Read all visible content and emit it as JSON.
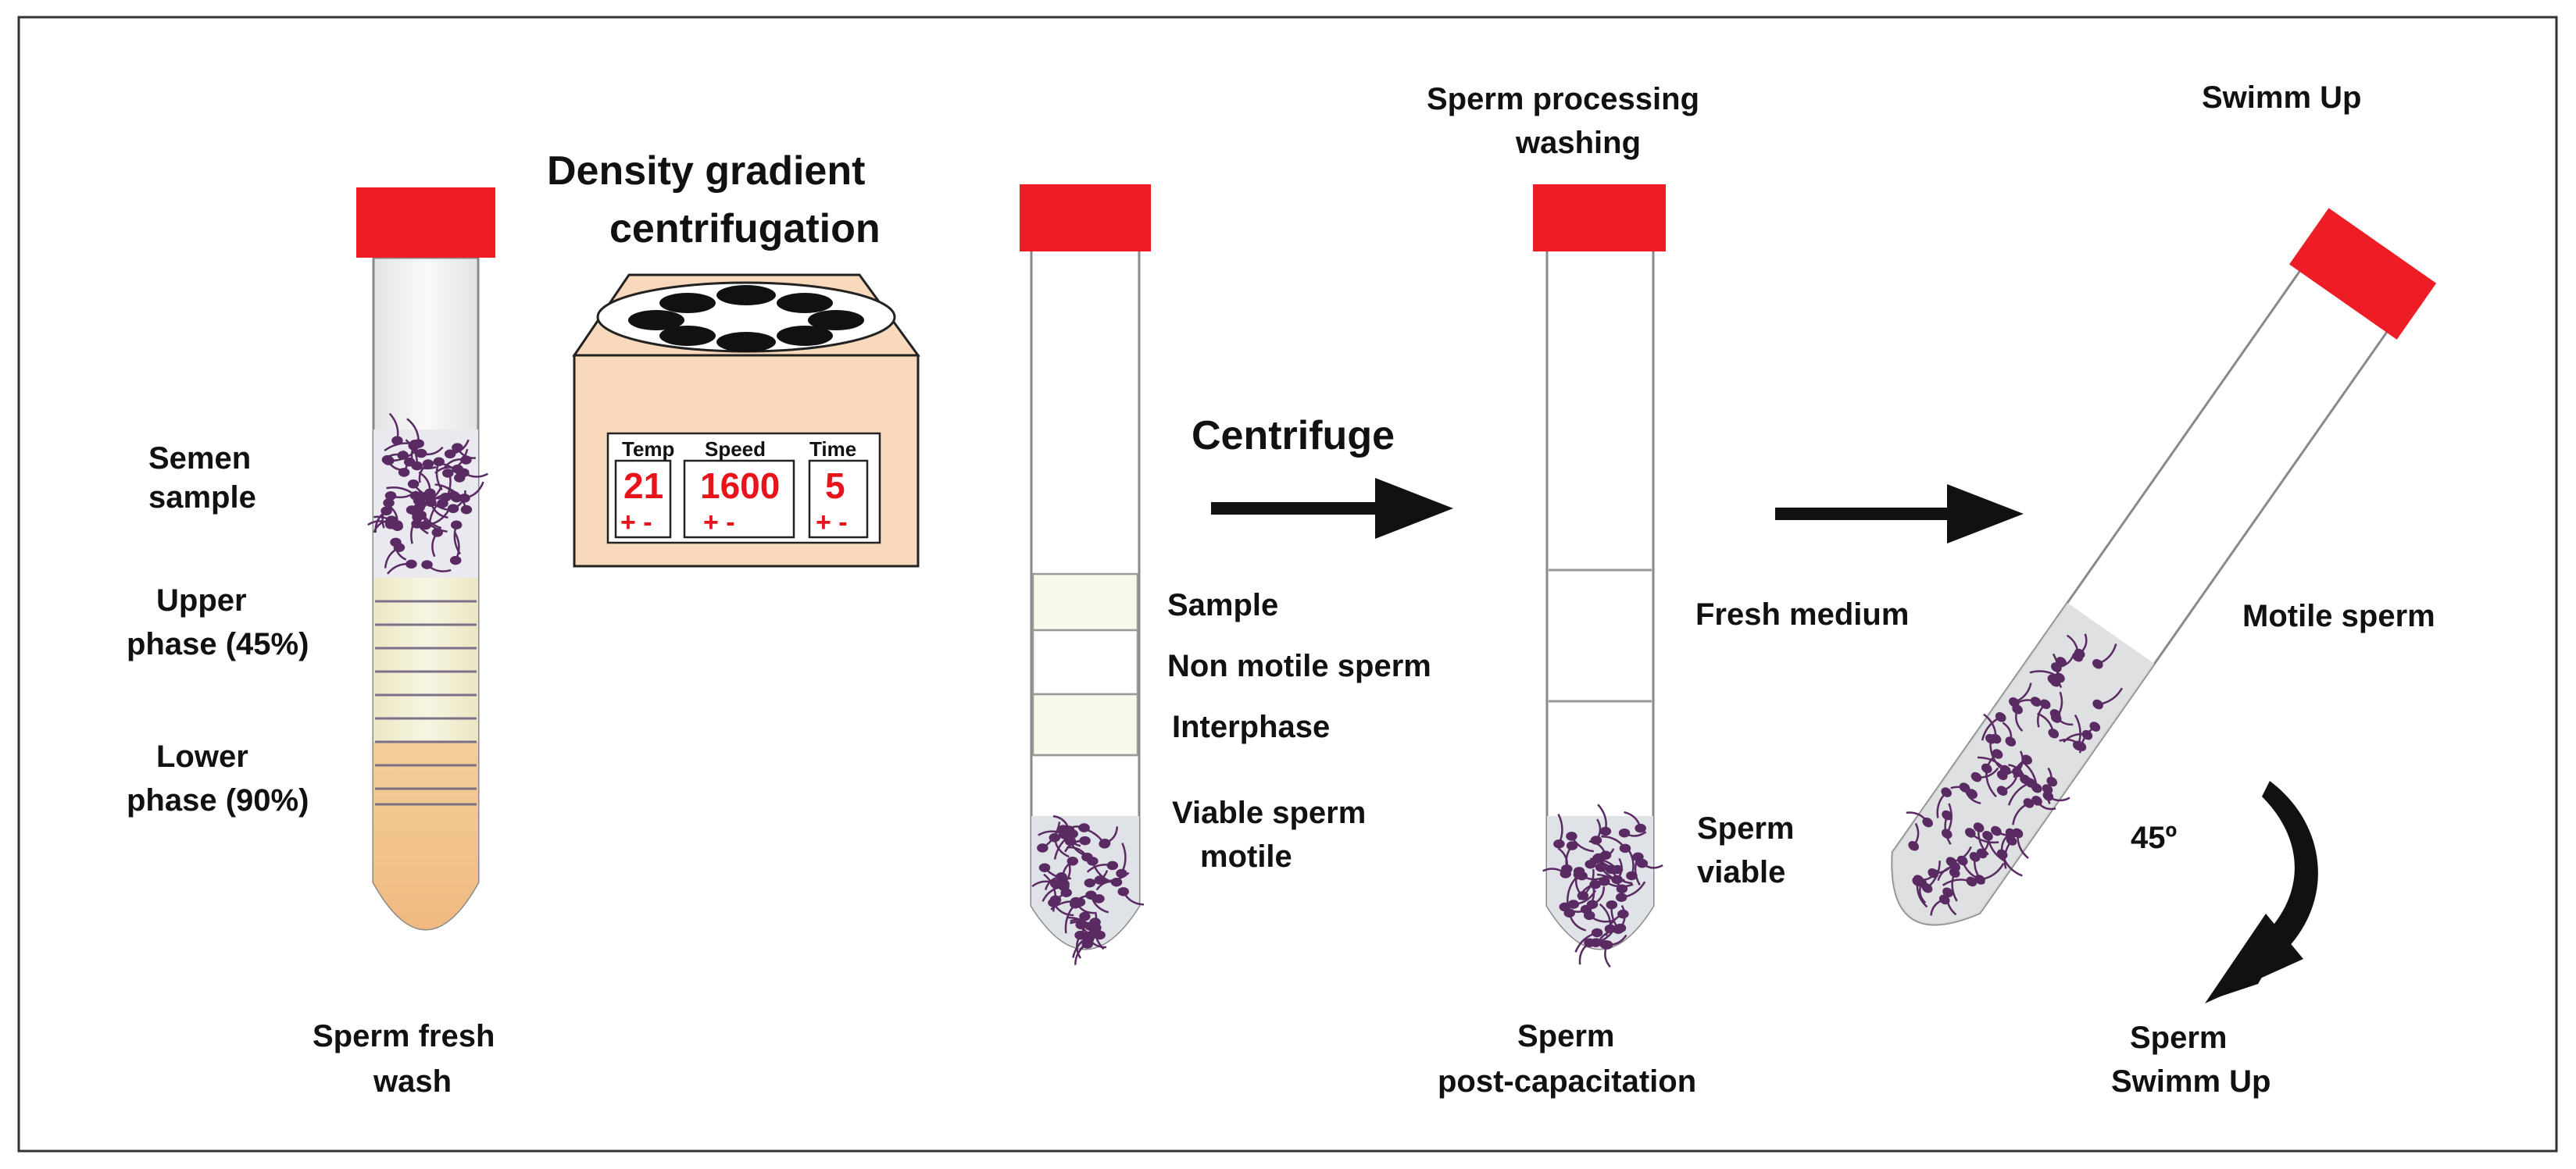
{
  "title_density": [
    "Density gradient",
    "centrifugation"
  ],
  "tube1": {
    "label_semen": [
      "Semen",
      "sample"
    ],
    "label_upper": [
      "Upper",
      "phase (45%)"
    ],
    "label_lower": [
      "Lower",
      "phase (90%)"
    ],
    "caption": [
      "Sperm fresh",
      "wash"
    ]
  },
  "centrifuge": {
    "headers": [
      "Temp",
      "Speed",
      "Time"
    ],
    "values": [
      "21",
      "1600",
      "5"
    ],
    "control": "+ -"
  },
  "arrow1_label": "Centrifuge",
  "tube2": {
    "layers": [
      "Sample",
      "Non motile sperm",
      "Interphase",
      "Viable sperm",
      "motile"
    ]
  },
  "tube3": {
    "header": [
      "Sperm processing",
      "washing"
    ],
    "label_medium": "Fresh medium",
    "label_viable": [
      "Sperm",
      "viable"
    ],
    "caption": [
      "Sperm",
      "post-capacitation"
    ]
  },
  "tube4": {
    "header": "Swimm Up",
    "label_motile": "Motile  sperm",
    "angle": "45º",
    "caption": [
      "Sperm",
      "Swimm Up"
    ]
  },
  "colors": {
    "cap_red": "#ee1c25",
    "gradient_upper": "#f2efcf",
    "gradient_lower": "#efb27a",
    "sperm_purple": "#5a2a63",
    "centrifuge_body": "#f8d9bb"
  }
}
